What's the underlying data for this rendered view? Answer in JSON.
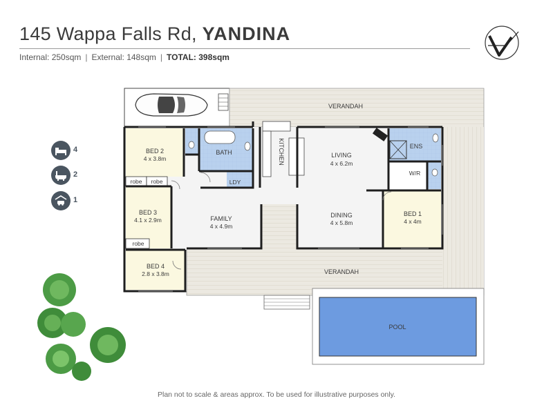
{
  "header": {
    "address": "145 Wappa Falls Rd, ",
    "suburb": "YANDINA",
    "internal": "Internal: 250sqm",
    "external": "External: 148sqm",
    "total_label": "TOTAL: 398sqm",
    "separator": "|"
  },
  "features": {
    "bedrooms": "4",
    "bathrooms": "2",
    "garage": "1"
  },
  "rooms": {
    "verandah_top": "VERANDAH",
    "verandah_bottom": "VERANDAH",
    "bath": "BATH",
    "kitchen": "KITCHEN",
    "living": "LIVING",
    "living_dim": "4 x 6.2m",
    "ens": "ENS",
    "wir": "W/R",
    "bed2": "BED 2",
    "bed2_dim": "4 x 3.8m",
    "robe1": "robe",
    "robe2": "robe",
    "robe3": "robe",
    "ldy": "LDY",
    "bed3": "BED 3",
    "bed3_dim": "4.1 x 2.9m",
    "family": "FAMILY",
    "family_dim": "4 x 4.9m",
    "dining": "DINING",
    "dining_dim": "4 x 5.8m",
    "bed1": "BED 1",
    "bed1_dim": "4 x 4m",
    "bed4": "BED 4",
    "bed4_dim": "2.8 x 3.8m",
    "pool": "POOL"
  },
  "colors": {
    "wall": "#1e1e1e",
    "verandah": "#ece9e1",
    "floor": "#f4f4f4",
    "wet_area": "#b9d1ee",
    "bedroom": "#fbf8e0",
    "pool": "#6d9be0",
    "icon_circle": "#4a5560",
    "tree": "#3f8c3a"
  },
  "disclaimer": "Plan not to scale & areas approx. To be used for illustrative purposes only."
}
